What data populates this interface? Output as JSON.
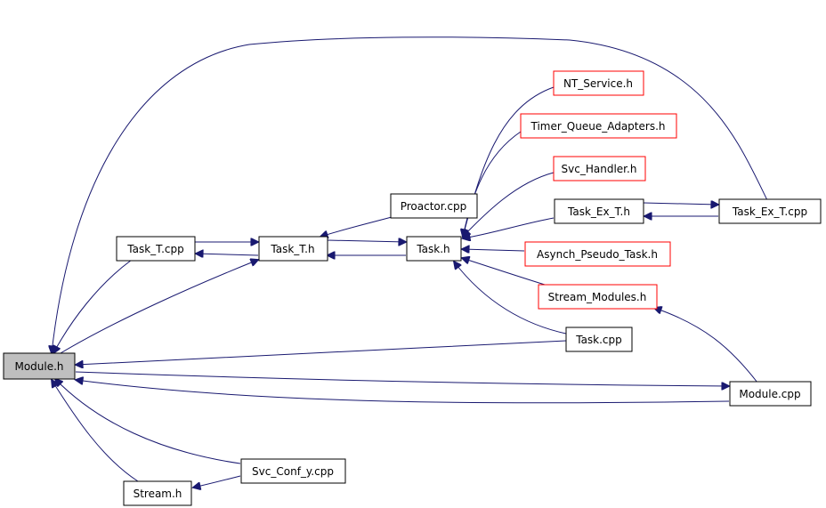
{
  "graph": {
    "nodes": [
      {
        "id": "module_h",
        "label": "Module.h"
      },
      {
        "id": "task_t_cpp",
        "label": "Task_T.cpp"
      },
      {
        "id": "task_t_h",
        "label": "Task_T.h"
      },
      {
        "id": "proactor_cpp",
        "label": "Proactor.cpp"
      },
      {
        "id": "task_h",
        "label": "Task.h"
      },
      {
        "id": "nt_service_h",
        "label": "NT_Service.h"
      },
      {
        "id": "timer_queue_adapters_h",
        "label": "Timer_Queue_Adapters.h"
      },
      {
        "id": "svc_handler_h",
        "label": "Svc_Handler.h"
      },
      {
        "id": "task_ex_t_h",
        "label": "Task_Ex_T.h"
      },
      {
        "id": "task_ex_t_cpp",
        "label": "Task_Ex_T.cpp"
      },
      {
        "id": "asynch_pseudo_task_h",
        "label": "Asynch_Pseudo_Task.h"
      },
      {
        "id": "stream_modules_h",
        "label": "Stream_Modules.h"
      },
      {
        "id": "task_cpp",
        "label": "Task.cpp"
      },
      {
        "id": "module_cpp",
        "label": "Module.cpp"
      },
      {
        "id": "svc_conf_y_cpp",
        "label": "Svc_Conf_y.cpp"
      },
      {
        "id": "stream_h",
        "label": "Stream.h"
      }
    ],
    "edge_color": "#191970",
    "highlight_fill": "#bfbfbf",
    "truncated_border": "#ff0000"
  }
}
